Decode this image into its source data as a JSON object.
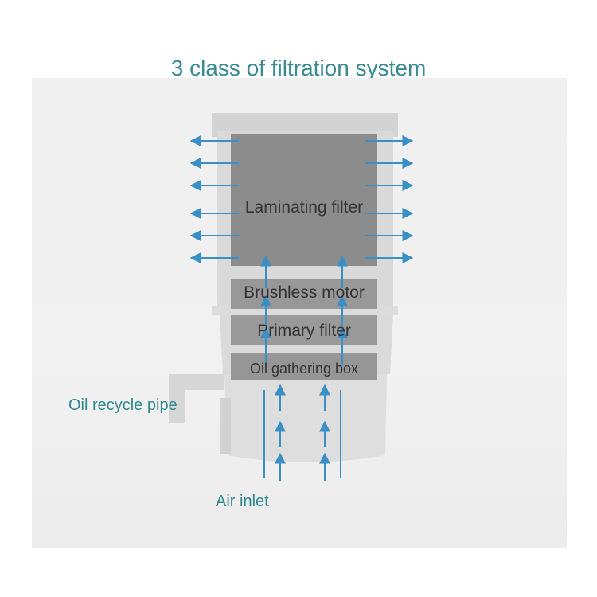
{
  "title": "3 class of filtration system",
  "labels": {
    "laminating_filter": "Laminating filter",
    "brushless_motor": "Brushless motor",
    "primary_filter": "Primary filter",
    "oil_gathering_box": "Oil gathering box",
    "oil_recycle_pipe": "Oil recycle pipe",
    "air_inlet": "Air inlet"
  },
  "colors": {
    "title": "#3a8a93",
    "arrow": "#3a8fc6",
    "label": "#2f8a8f"
  }
}
